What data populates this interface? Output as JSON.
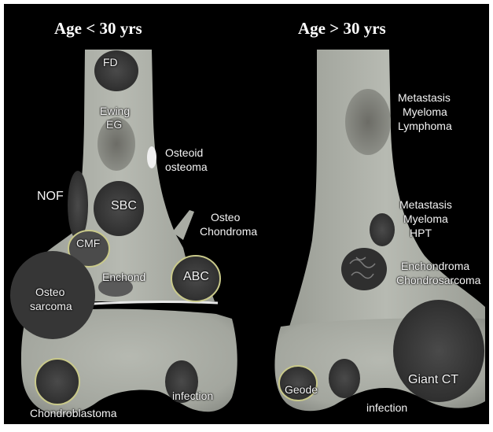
{
  "titles": {
    "young": "Age < 30 yrs",
    "old": "Age > 30 yrs"
  },
  "young_labels": {
    "fd": "FD",
    "ewing": "Ewing",
    "eg": "EG",
    "osteoid": "Osteoid",
    "osteoma": "osteoma",
    "nof": "NOF",
    "sbc": "SBC",
    "osteo_chondroma_1": "Osteo",
    "osteo_chondroma_2": "Chondroma",
    "cmf": "CMF",
    "enchond": "Enchond",
    "abc": "ABC",
    "osteosarcoma_1": "Osteo",
    "osteosarcoma_2": "sarcoma",
    "chondroblastoma": "Chondroblastoma",
    "infection": "infection"
  },
  "old_labels": {
    "metastasis_1": "Metastasis",
    "myeloma_1": "Myeloma",
    "lymphoma": "Lymphoma",
    "metastasis_2": "Metastasis",
    "myeloma_2": "Myeloma",
    "hpt": "HPT",
    "enchondroma": "Enchondroma",
    "chondrosarcoma": "Chondrosarcoma",
    "geode": "Geode",
    "giant_ct": "Giant CT",
    "infection": "infection"
  },
  "colors": {
    "background": "#000000",
    "bone": "#a8aca4",
    "lesion": "#3b3b3b",
    "rim": "#c9c98a",
    "text": "#ffffff"
  }
}
